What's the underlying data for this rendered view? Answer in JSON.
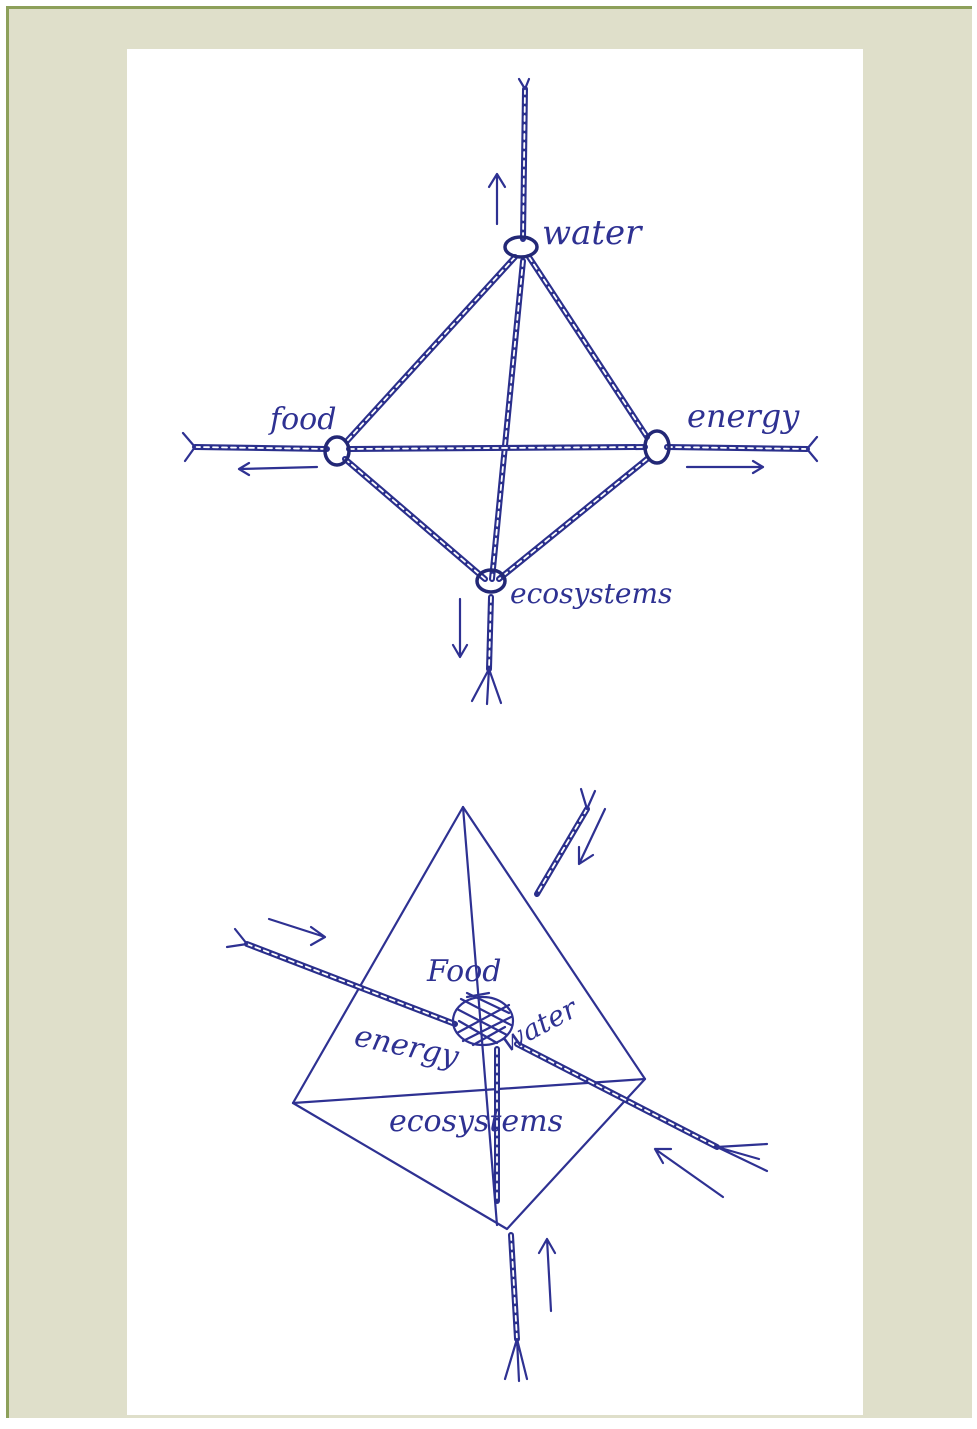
{
  "diagram_top": {
    "labels": {
      "water": "water",
      "food": "food",
      "energy": "energy",
      "ecosystems": "ecosystems"
    }
  },
  "diagram_bottom": {
    "labels": {
      "food": "Food",
      "energy": "energy",
      "water": "water",
      "ecosystems": "ecosystems"
    }
  },
  "colors": {
    "ink": "#2e3192",
    "frame_border": "#8da05a",
    "frame_fill": "#dfdfca"
  }
}
